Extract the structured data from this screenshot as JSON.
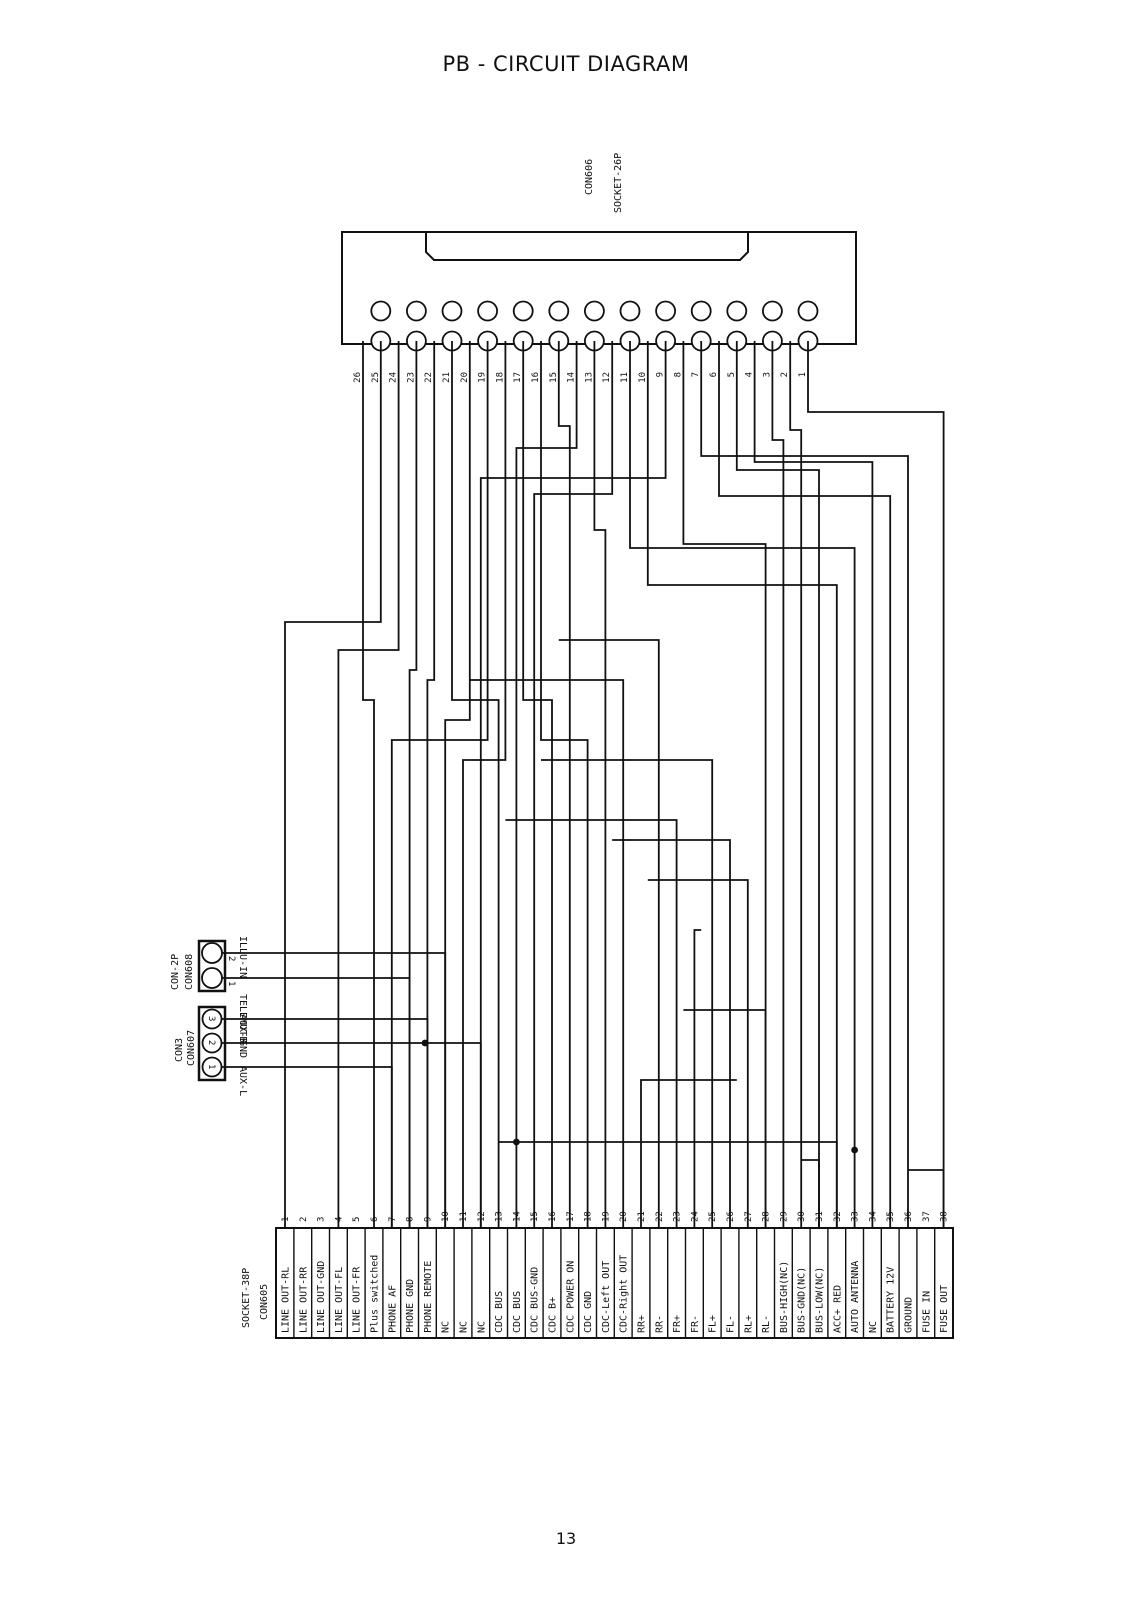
{
  "title": "PB -  CIRCUIT DIAGRAM",
  "page_number": "13",
  "con606": {
    "ref": "CON606",
    "type": "SOCKET-26P",
    "pins": [
      "1",
      "2",
      "3",
      "4",
      "5",
      "6",
      "7",
      "8",
      "9",
      "10",
      "11",
      "12",
      "13",
      "14",
      "15",
      "16",
      "17",
      "18",
      "19",
      "20",
      "21",
      "22",
      "23",
      "24",
      "25",
      "26"
    ]
  },
  "con605": {
    "ref": "CON605",
    "type": "SOCKET-38P",
    "pins": [
      {
        "num": "1",
        "signal": "LINE OUT-RL"
      },
      {
        "num": "2",
        "signal": "LINE OUT-RR"
      },
      {
        "num": "3",
        "signal": "LINE OUT-GND"
      },
      {
        "num": "4",
        "signal": "LINE OUT-FL"
      },
      {
        "num": "5",
        "signal": "LINE OUT-FR"
      },
      {
        "num": "6",
        "signal": "Plus switched"
      },
      {
        "num": "7",
        "signal": "PHONE AF"
      },
      {
        "num": "8",
        "signal": "PHONE GND"
      },
      {
        "num": "9",
        "signal": "PHONE REMOTE"
      },
      {
        "num": "10",
        "signal": "NC"
      },
      {
        "num": "11",
        "signal": "NC"
      },
      {
        "num": "12",
        "signal": "NC"
      },
      {
        "num": "13",
        "signal": "CDC BUS"
      },
      {
        "num": "14",
        "signal": "CDC BUS"
      },
      {
        "num": "15",
        "signal": "CDC BUS-GND"
      },
      {
        "num": "16",
        "signal": "CDC B+"
      },
      {
        "num": "17",
        "signal": "CDC POWER ON"
      },
      {
        "num": "18",
        "signal": "CDC GND"
      },
      {
        "num": "19",
        "signal": "CDC-Left OUT"
      },
      {
        "num": "20",
        "signal": "CDC-Right OUT"
      },
      {
        "num": "21",
        "signal": "RR+"
      },
      {
        "num": "22",
        "signal": "RR-"
      },
      {
        "num": "23",
        "signal": "FR+"
      },
      {
        "num": "24",
        "signal": "FR-"
      },
      {
        "num": "25",
        "signal": "FL+"
      },
      {
        "num": "26",
        "signal": "FL-"
      },
      {
        "num": "27",
        "signal": "RL+"
      },
      {
        "num": "28",
        "signal": "RL-"
      },
      {
        "num": "29",
        "signal": "BUS-HIGH(NC)"
      },
      {
        "num": "30",
        "signal": "BUS-GND(NC)"
      },
      {
        "num": "31",
        "signal": "BUS-LOW(NC)"
      },
      {
        "num": "32",
        "signal": "ACC+ RED"
      },
      {
        "num": "33",
        "signal": "AUTO ANTENNA"
      },
      {
        "num": "34",
        "signal": "NC"
      },
      {
        "num": "35",
        "signal": "BATTERY 12V"
      },
      {
        "num": "36",
        "signal": "GROUND"
      },
      {
        "num": "37",
        "signal": "FUSE IN"
      },
      {
        "num": "38",
        "signal": "FUSE OUT"
      }
    ]
  },
  "con608": {
    "ref": "CON608",
    "type": "CON-2P",
    "pins": [
      {
        "num": "2",
        "signal": "ILLU-IN"
      },
      {
        "num": "1",
        "signal": "TELEMUTE"
      }
    ]
  },
  "con607": {
    "ref": "CON607",
    "type": "CON3",
    "pins": [
      {
        "num": "3",
        "signal": "AUX-R"
      },
      {
        "num": "2",
        "signal": "GND"
      },
      {
        "num": "1",
        "signal": "AUX-L"
      }
    ]
  }
}
